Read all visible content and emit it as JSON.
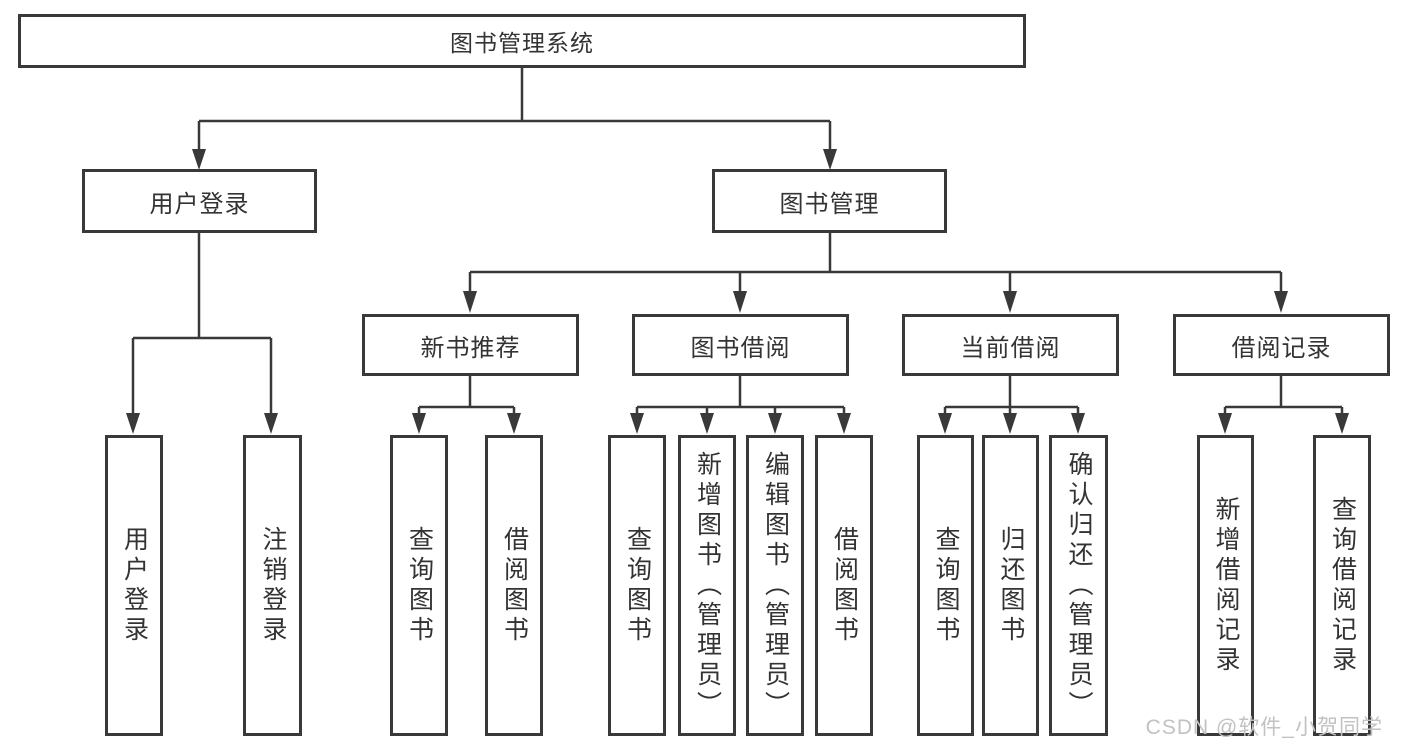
{
  "tree": {
    "label": "图书管理系统",
    "children": [
      {
        "label": "用户登录",
        "children": [
          {
            "label": "用户登录"
          },
          {
            "label": "注销登录"
          }
        ]
      },
      {
        "label": "图书管理",
        "children": [
          {
            "label": "新书推荐",
            "children": [
              {
                "label": "查询图书"
              },
              {
                "label": "借阅图书"
              }
            ]
          },
          {
            "label": "图书借阅",
            "children": [
              {
                "label": "查询图书"
              },
              {
                "label": "新增图书（管理员）"
              },
              {
                "label": "编辑图书（管理员）"
              },
              {
                "label": "借阅图书"
              }
            ]
          },
          {
            "label": "当前借阅",
            "children": [
              {
                "label": "查询图书"
              },
              {
                "label": "归还图书"
              },
              {
                "label": "确认归还（管理员）"
              }
            ]
          },
          {
            "label": "借阅记录",
            "children": [
              {
                "label": "新增借阅记录"
              },
              {
                "label": "查询借阅记录"
              }
            ]
          }
        ]
      }
    ]
  },
  "watermark": {
    "text": "CSDN @软件_小贺同学"
  },
  "colors": {
    "background": "#ffffff",
    "box_border": "#39393b",
    "box_fill": "#ffffff",
    "text": "#333333",
    "line": "#39393b",
    "watermark": "#c2c2c2"
  }
}
